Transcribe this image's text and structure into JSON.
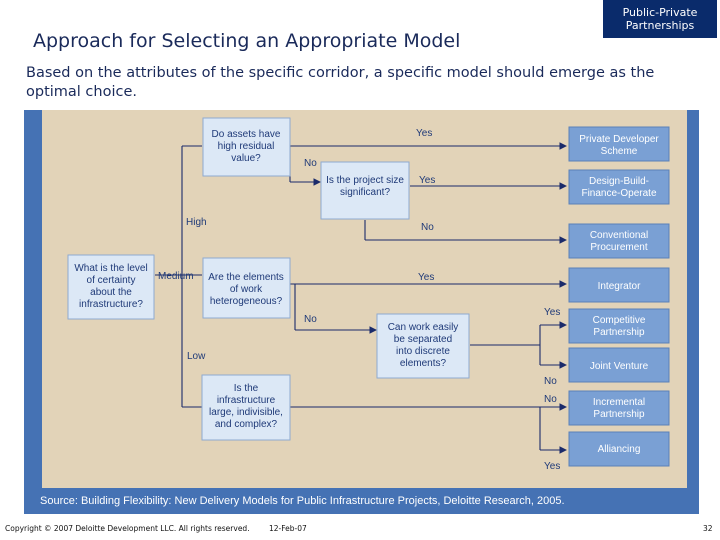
{
  "header": {
    "title": "Approach for Selecting an Appropriate Model",
    "tag_line1": "Public-Private",
    "tag_line2": "Partnerships"
  },
  "subtitle": "Based on the attributes of the specific corridor, a specific model should emerge as the optimal choice.",
  "diagram": {
    "root": [
      "What is the level",
      "of certainty",
      "about the",
      "infrastructure?"
    ],
    "q_assets": [
      "Do assets have",
      "high residual",
      "value?"
    ],
    "q_size": [
      "Is the project size",
      "significant?"
    ],
    "q_hetero": [
      "Are the elements",
      "of work",
      "heterogeneous?"
    ],
    "q_separate": [
      "Can work easily",
      "be separated",
      "into discrete",
      "elements?"
    ],
    "q_large": [
      "Is the",
      "infrastructure",
      "large, indivisible,",
      "and complex?"
    ],
    "outcomes": [
      [
        "Private Developer",
        "Scheme"
      ],
      [
        "Design-Build-",
        "Finance-Operate"
      ],
      [
        "Conventional",
        "Procurement"
      ],
      [
        "Integrator"
      ],
      [
        "Competitive",
        "Partnership"
      ],
      [
        "Joint Venture"
      ],
      [
        "Incremental",
        "Partnership"
      ],
      [
        "Alliancing"
      ]
    ],
    "labels": {
      "high": "High",
      "medium": "Medium",
      "low": "Low",
      "yes": "Yes",
      "no": "No"
    },
    "source": "Source: Building Flexibility: New Delivery Models for Public Infrastructure Projects, Deloitte Research, 2005."
  },
  "footer": {
    "copyright": "Copyright © 2007 Deloitte Development LLC. All rights reserved.",
    "date": "12-Feb-07",
    "page": "32"
  }
}
